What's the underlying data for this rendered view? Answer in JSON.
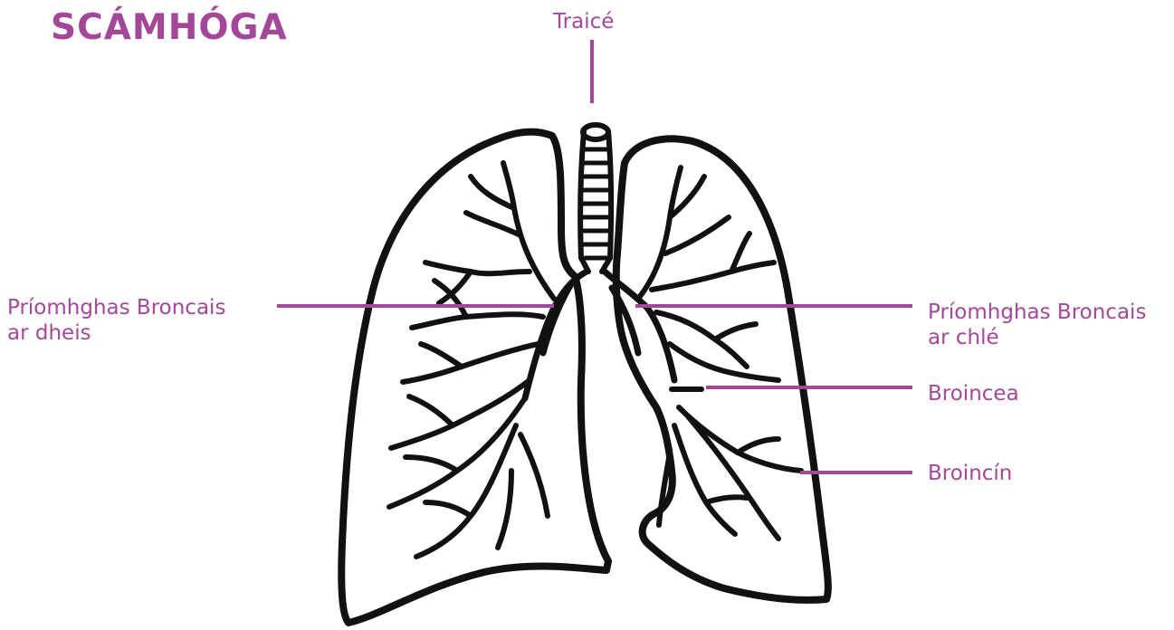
{
  "title": "SCÁMHÓGA",
  "colors": {
    "accent": "#a4479b",
    "outline": "#111111",
    "background": "#ffffff"
  },
  "labels": {
    "trachea": "Traicé",
    "right_bronchus": [
      "Príomhghas Broncais",
      "ar dheis"
    ],
    "left_bronchus": [
      "Príomhghas Broncais",
      "ar chlé"
    ],
    "bronchus": "Broincea",
    "bronchiole": "Broincín"
  }
}
